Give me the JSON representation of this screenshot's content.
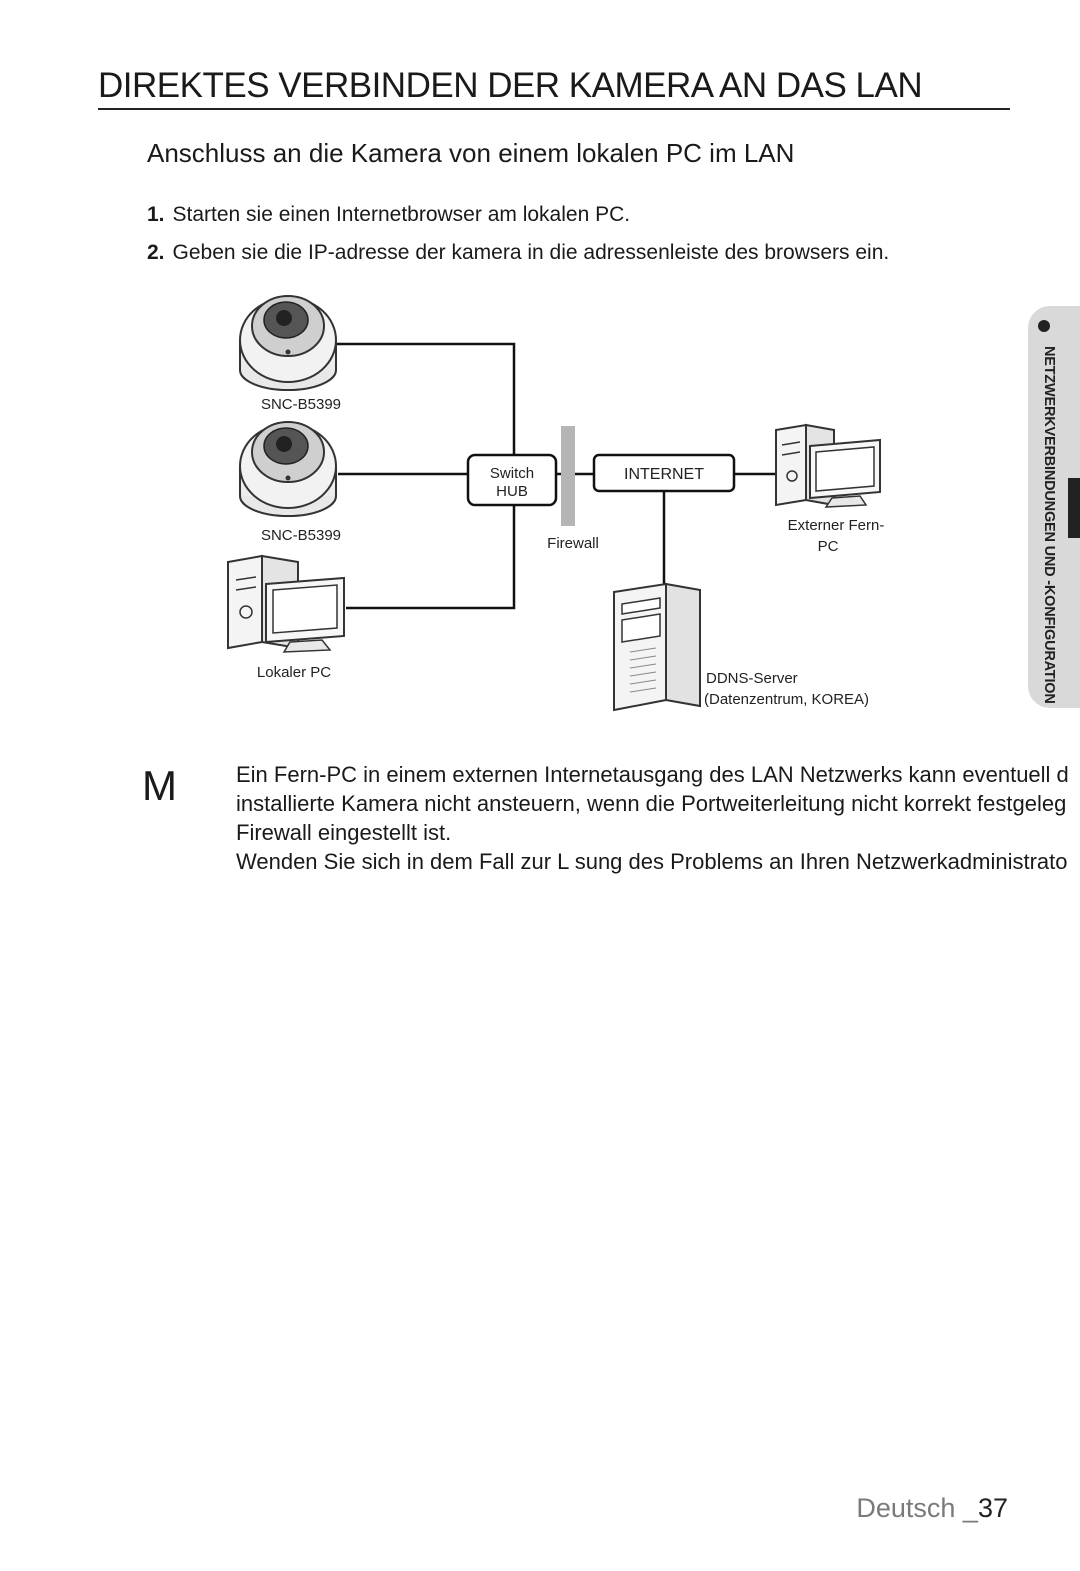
{
  "page": {
    "title": "DIREKTES VERBINDEN DER KAMERA AN DAS LAN",
    "subtitle": "Anschluss an die Kamera von einem lokalen PC im LAN"
  },
  "steps": [
    {
      "number": "1.",
      "text": "Starten sie einen Internetbrowser am lokalen PC."
    },
    {
      "number": "2.",
      "text": "Geben sie die IP-adresse der kamera in die adressenleiste des browsers ein."
    }
  ],
  "diagram": {
    "camera1_label": "SNC-B5399",
    "camera2_label": "SNC-B5399",
    "local_pc_label": "Lokaler PC",
    "switch_label": "Switch",
    "hub_label": "HUB",
    "firewall_label": "Firewall",
    "internet_label": "INTERNET",
    "external_pc_label_line1": "Externer Fern-",
    "external_pc_label_line2": "PC",
    "ddns_label_line1": "DDNS-Server",
    "ddns_label_line2": "(Datenzentrum, KOREA)"
  },
  "note": {
    "icon": "M",
    "lines": [
      "Ein Fern-PC in einem externen Internetausgang des LAN Netzwerks kann eventuell d",
      "installierte Kamera nicht ansteuern, wenn die Portweiterleitung nicht korrekt festgeleg",
      "Firewall eingestellt ist.",
      "Wenden Sie sich in dem Fall zur L sung des Problems an Ihren Netzwerkadministrato"
    ]
  },
  "side_tab": {
    "text": "NETZWERKVERBINDUNGEN UND -KONFIGURATION"
  },
  "footer": {
    "language": "Deutsch _",
    "page_number": "37"
  }
}
